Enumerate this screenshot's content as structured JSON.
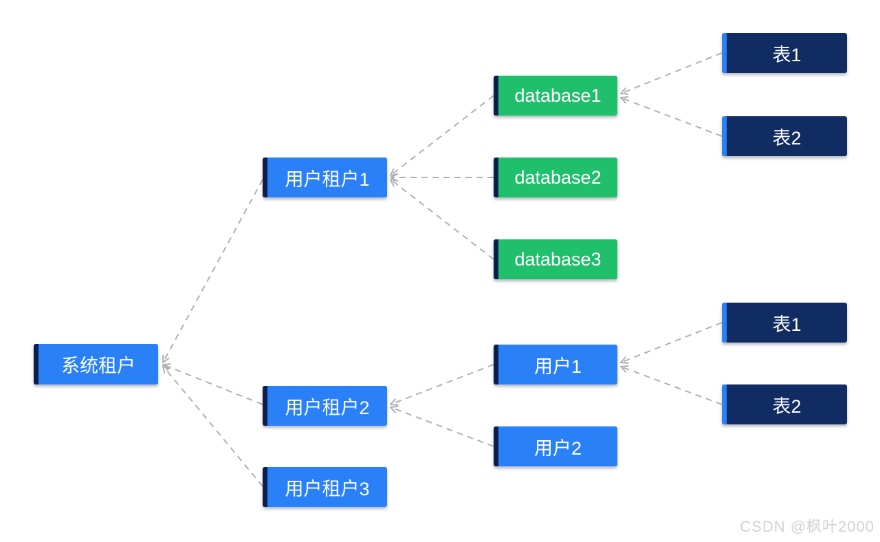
{
  "diagram": {
    "nodes": {
      "system_tenant": {
        "label": "系统租户"
      },
      "user_tenant1": {
        "label": "用户租户1"
      },
      "user_tenant2": {
        "label": "用户租户2"
      },
      "user_tenant3": {
        "label": "用户租户3"
      },
      "database1": {
        "label": "database1"
      },
      "database2": {
        "label": "database2"
      },
      "database3": {
        "label": "database3"
      },
      "user1": {
        "label": "用户1"
      },
      "user2": {
        "label": "用户2"
      },
      "table1_top": {
        "label": "表1"
      },
      "table2_top": {
        "label": "表2"
      },
      "table1_bottom": {
        "label": "表1"
      },
      "table2_bottom": {
        "label": "表2"
      }
    },
    "edges": [
      {
        "from": "user_tenant1",
        "to": "system_tenant"
      },
      {
        "from": "user_tenant2",
        "to": "system_tenant"
      },
      {
        "from": "user_tenant3",
        "to": "system_tenant"
      },
      {
        "from": "database1",
        "to": "user_tenant1"
      },
      {
        "from": "database2",
        "to": "user_tenant1"
      },
      {
        "from": "database3",
        "to": "user_tenant1"
      },
      {
        "from": "table1_top",
        "to": "database1"
      },
      {
        "from": "table2_top",
        "to": "database1"
      },
      {
        "from": "user1",
        "to": "user_tenant2"
      },
      {
        "from": "user2",
        "to": "user_tenant2"
      },
      {
        "from": "table1_bottom",
        "to": "user1"
      },
      {
        "from": "table2_bottom",
        "to": "user1"
      }
    ],
    "edge_style": "dashed-arrow-to-parent"
  },
  "colors": {
    "background": "#ffffff",
    "node_blue": "#2a80f6",
    "node_green": "#1fbf6c",
    "node_navy": "#112b63",
    "stripe_dark": "#0b1f4e",
    "stripe_blue": "#2a80f6",
    "node_text": "#ffffff",
    "connector": "#b0b0b3",
    "watermark": "#d2d2d4"
  },
  "watermark": {
    "text": "CSDN @枫叶2000"
  }
}
